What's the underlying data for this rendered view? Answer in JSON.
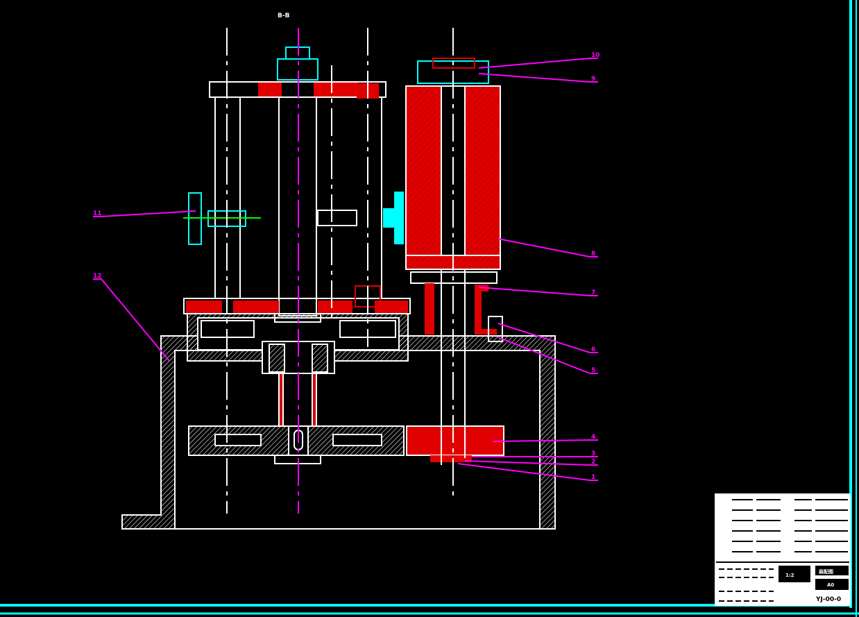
{
  "drawing": {
    "section_title": "B-B",
    "balloons": [
      "10",
      "9",
      "8",
      "7",
      "6",
      "5",
      "4",
      "3",
      "2",
      "1",
      "11",
      "12"
    ]
  },
  "title_block": {
    "scale": "1:2",
    "sheet": "A0",
    "company": "装配图",
    "drawing_number": "YJ-00-0"
  },
  "colors": {
    "background": "#000000",
    "outline": "#ffffff",
    "section": "#ff0000",
    "leader": "#ff00ff",
    "frame": "#00ffff",
    "centerline": "#ff00ff",
    "axis_green": "#00ff00"
  }
}
